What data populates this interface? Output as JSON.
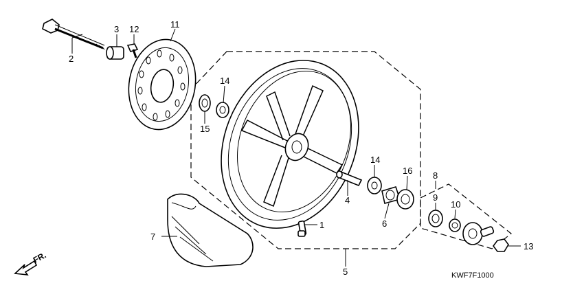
{
  "diagram": {
    "callouts": [
      {
        "id": "c1",
        "text": "1"
      },
      {
        "id": "c2",
        "text": "2"
      },
      {
        "id": "c3",
        "text": "3"
      },
      {
        "id": "c4",
        "text": "4"
      },
      {
        "id": "c5",
        "text": "5"
      },
      {
        "id": "c6",
        "text": "6"
      },
      {
        "id": "c7",
        "text": "7"
      },
      {
        "id": "c8",
        "text": "8"
      },
      {
        "id": "c9",
        "text": "9"
      },
      {
        "id": "c10",
        "text": "10"
      },
      {
        "id": "c11",
        "text": "11"
      },
      {
        "id": "c12",
        "text": "12"
      },
      {
        "id": "c13",
        "text": "13"
      },
      {
        "id": "c14a",
        "text": "14"
      },
      {
        "id": "c14b",
        "text": "14"
      },
      {
        "id": "c15",
        "text": "15"
      },
      {
        "id": "c16",
        "text": "16"
      }
    ],
    "direction_label": "FR.",
    "diagram_code": "KWF7F1000"
  }
}
